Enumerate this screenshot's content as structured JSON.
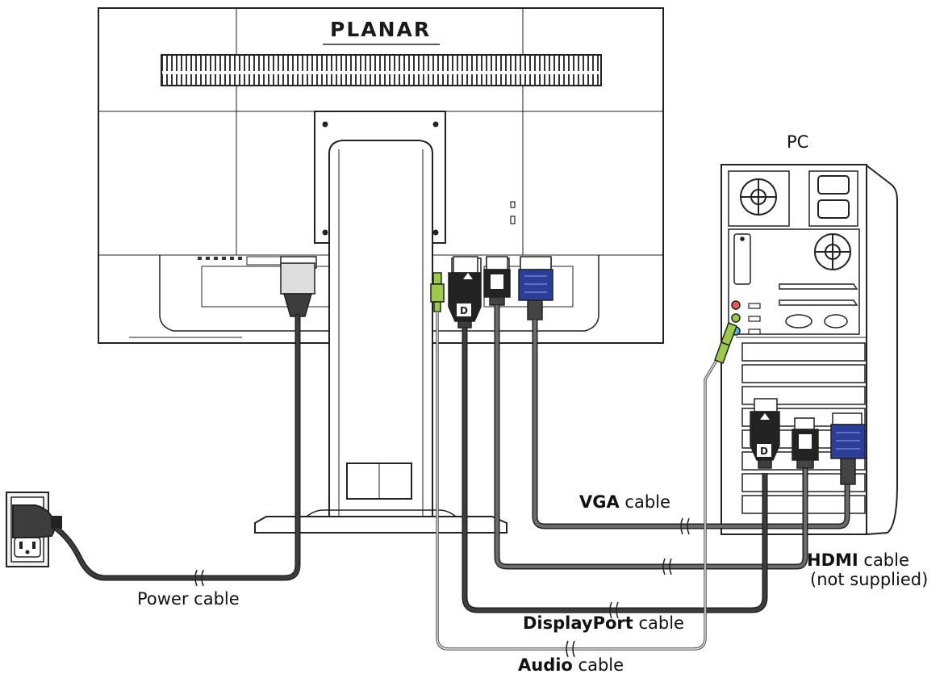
{
  "brand": "PLANAR",
  "pc_label": "PC",
  "labels": {
    "power": "Power cable",
    "vga_bold": "VGA",
    "vga_rest": " cable",
    "hdmi_bold": "HDMI",
    "hdmi_rest": " cable",
    "hdmi_note": "(not supplied)",
    "dp_bold": "DisplayPort",
    "dp_rest": " cable",
    "audio_bold": "Audio",
    "audio_rest": " cable"
  },
  "colors": {
    "cable_dark": "#3d3d3d",
    "cable_grey": "#6b6b6b",
    "vga_blue": "#2b3e9a",
    "audio_green": "#9ccb4a",
    "outline": "#222222"
  }
}
